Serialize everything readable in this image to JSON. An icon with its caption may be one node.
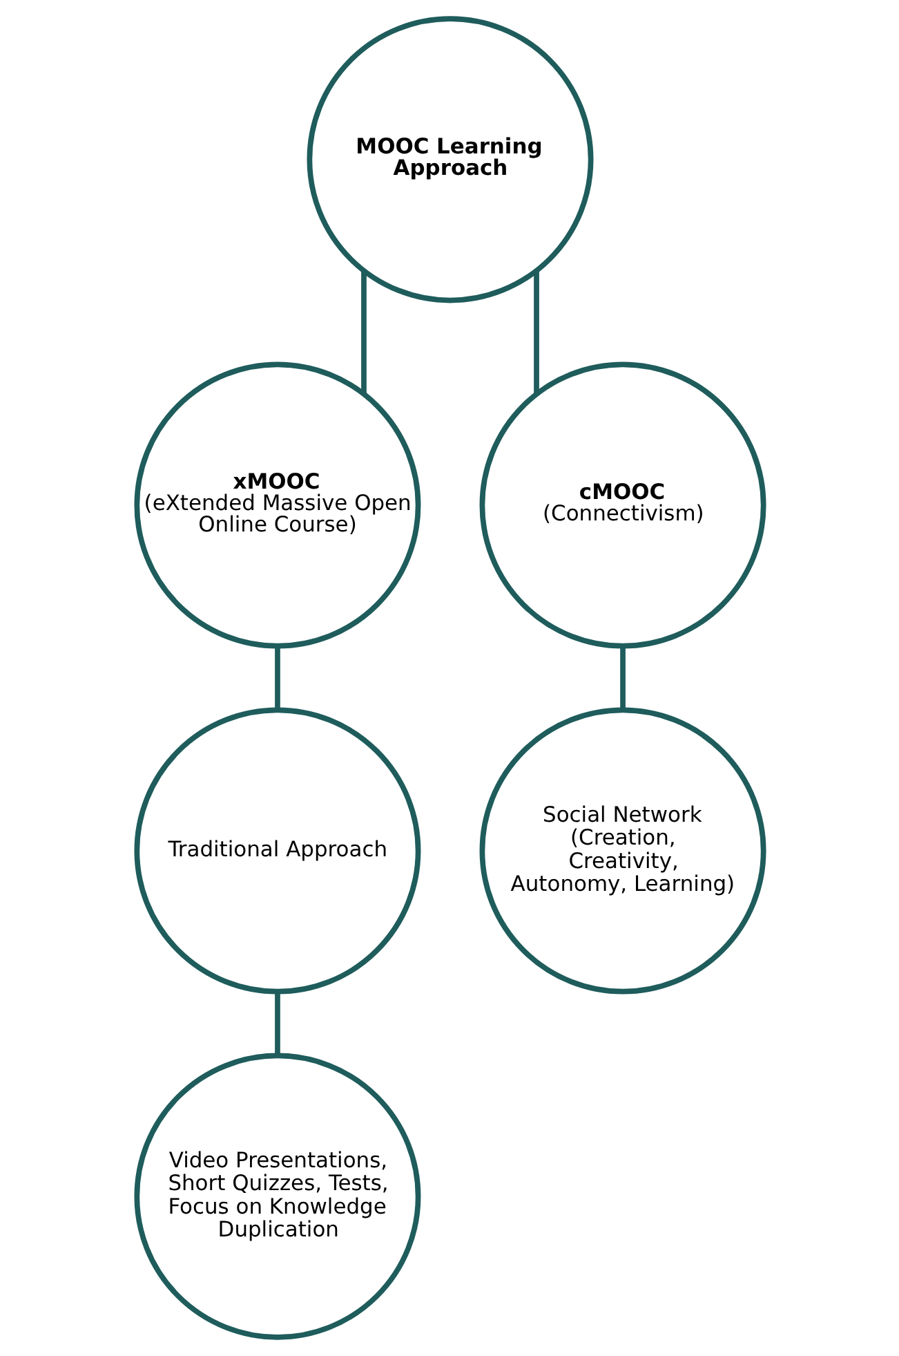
{
  "diagram": {
    "nodes": [
      {
        "text": [
          "MOOC Learning Approach"
        ]
      },
      {
        "text": [
          "xMOOC",
          "(eXtended Massive Open Online Course)"
        ]
      },
      {
        "text": [
          "cMOOC",
          "(Connectivism)"
        ]
      },
      {
        "text": [
          "Traditional Approach"
        ]
      },
      {
        "text": [
          "Social Network (Creation, Creativity, Autonomy, Learning)"
        ]
      },
      {
        "text": [
          "Video Presentations, Short Quizzes, Tests, Focus on Knowledge Duplication"
        ]
      }
    ],
    "edges": [
      {
        "from": 0,
        "to": 1,
        "arrow": "none"
      },
      {
        "from": 0,
        "to": 2,
        "arrow": "none"
      },
      {
        "from": 1,
        "to": 3,
        "arrow": "none"
      },
      {
        "from": 2,
        "to": 4,
        "arrow": "none"
      },
      {
        "from": 3,
        "to": 5,
        "arrow": "none"
      }
    ]
  }
}
